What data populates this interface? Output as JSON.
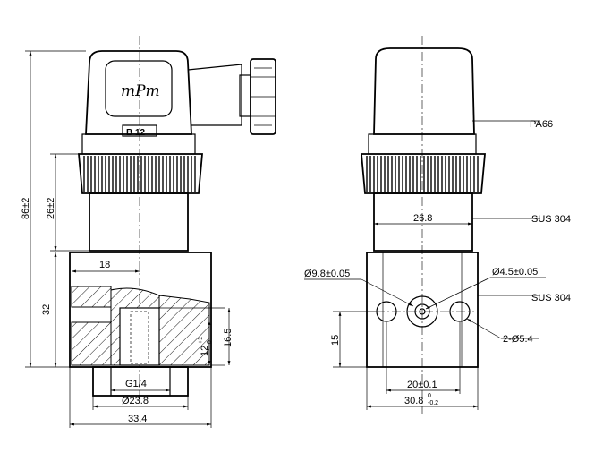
{
  "drawing": {
    "brand": "mPm",
    "plug_code": "B 12",
    "materials": {
      "housing": "PA66",
      "body": "SUS 304",
      "base": "SUS 304"
    },
    "dims_front": {
      "total_height": "86±2",
      "upper_height": "26±2",
      "base_height": "32",
      "bore_depth": "18",
      "thread_depth_main": "12",
      "thread_tol_plus": "+1",
      "thread_tol_zero": "0",
      "bore_height": "16.5",
      "thread": "G1/4",
      "port_dia": "Ø23.8",
      "base_width": "33.4"
    },
    "dims_side": {
      "body_width": "26.8",
      "port_dia": "Ø9.8±0.05",
      "inner_dia": "Ø4.5±0.05",
      "mount_holes": "2-Ø5.4",
      "hole_height": "15",
      "hole_spacing": "20±0.1",
      "width_main": "30.8",
      "width_tol_upper": "0",
      "width_tol_lower": "-0.2"
    }
  }
}
